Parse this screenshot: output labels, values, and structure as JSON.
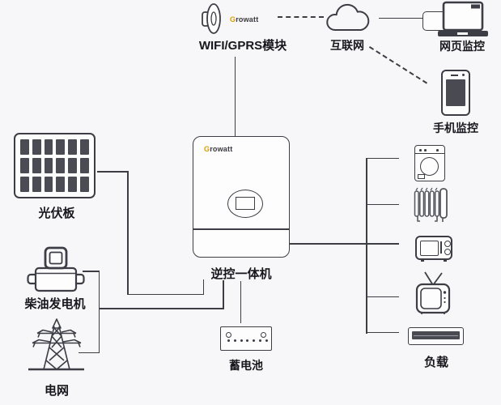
{
  "colors": {
    "background": "#f7f7f9",
    "line": "#3d3d46",
    "brand_gold": "#d99e00",
    "dark_fill": "#4a4a52"
  },
  "nodes": {
    "wifi_module": {
      "label": "WIFI/GPRS模块",
      "brand_g": "G",
      "brand_rest": "rowatt"
    },
    "internet": {
      "label": "互联网"
    },
    "web_monitor": {
      "label": "网页监控"
    },
    "phone_monitor": {
      "label": "手机监控"
    },
    "pv_panel": {
      "label": "光伏板"
    },
    "inverter": {
      "label": "逆控一体机",
      "brand_g": "G",
      "brand_rest": "rowatt"
    },
    "diesel_generator": {
      "label": "柴油发电机"
    },
    "grid": {
      "label": "电网"
    },
    "battery": {
      "label": "蓄电池"
    },
    "load": {
      "label": "负载"
    }
  },
  "edges": [
    {
      "from": "wifi_module",
      "to": "internet",
      "style": "dashed"
    },
    {
      "from": "internet",
      "to": "web_monitor",
      "style": "solid"
    },
    {
      "from": "internet",
      "to": "phone_monitor",
      "style": "dashed"
    },
    {
      "from": "wifi_module",
      "to": "inverter",
      "style": "solid"
    },
    {
      "from": "pv_panel",
      "to": "inverter",
      "style": "solid"
    },
    {
      "from": "diesel_generator",
      "to": "inverter",
      "style": "solid"
    },
    {
      "from": "grid",
      "to": "inverter",
      "style": "solid"
    },
    {
      "from": "inverter",
      "to": "battery",
      "style": "solid"
    },
    {
      "from": "inverter",
      "to": "load",
      "style": "solid"
    }
  ]
}
